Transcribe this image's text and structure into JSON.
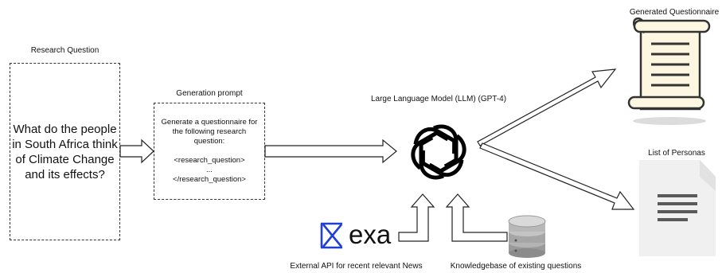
{
  "research_question": {
    "label": "Research Question",
    "text": "What do the people in South Africa think of Climate Change and its effects?"
  },
  "generation_prompt": {
    "label": "Generation prompt",
    "text": "Generate a questionnaire for the following research question:\n\n<research_question>\n...\n</research_question>"
  },
  "llm": {
    "label": "Large Language Model (LLM) (GPT-4)",
    "icon": "openai-logo-icon"
  },
  "exa": {
    "logo_text": "exa",
    "label": "External API for recent relevant News"
  },
  "knowledgebase": {
    "label": "Knowledgebase of existing questions",
    "icon": "database-icon"
  },
  "questionnaire": {
    "label": "Generated Questionnaire",
    "icon": "scroll-icon"
  },
  "personas": {
    "label": "List of Personas",
    "icon": "document-icon"
  }
}
